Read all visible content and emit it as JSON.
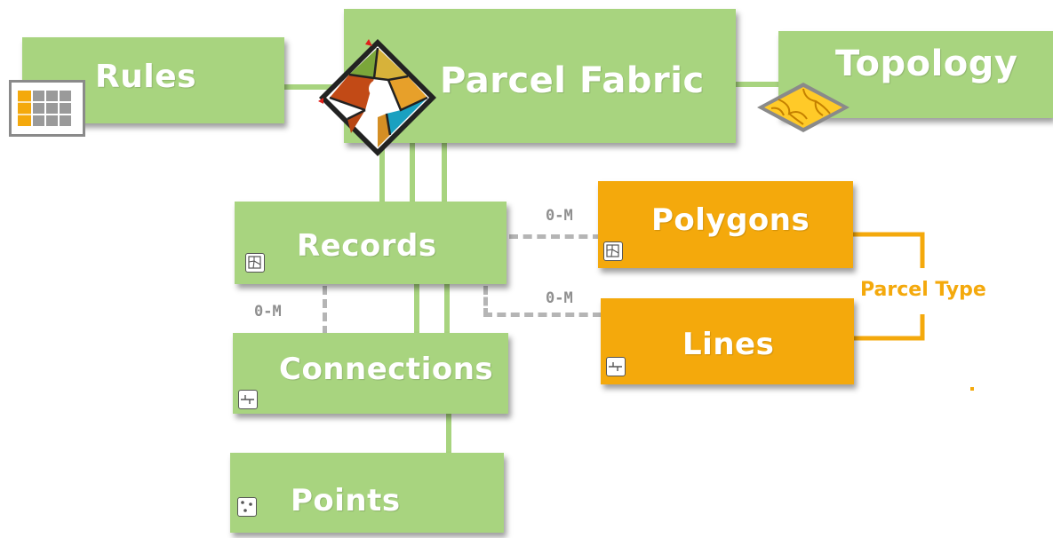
{
  "nodes": {
    "rules": "Rules",
    "parcel_fabric": "Parcel Fabric",
    "topology": "Topology",
    "records": "Records",
    "polygons": "Polygons",
    "lines": "Lines",
    "connections": "Connections",
    "points": "Points"
  },
  "relations": {
    "records_polygons": "0-M",
    "records_lines": "0-M",
    "records_connections": "0-M"
  },
  "group_label": "Parcel Type",
  "colors": {
    "green_node": "#a8d47f",
    "orange_node": "#f4a90c",
    "dashed_link": "#b5b5b5"
  },
  "icons": {
    "rules": "rules-table-icon",
    "parcel_fabric": "parcel-fabric-icon",
    "topology": "topology-icon",
    "polygon_feature": "polygon-feature-icon",
    "line_feature": "line-feature-icon",
    "point_feature": "point-feature-icon"
  }
}
